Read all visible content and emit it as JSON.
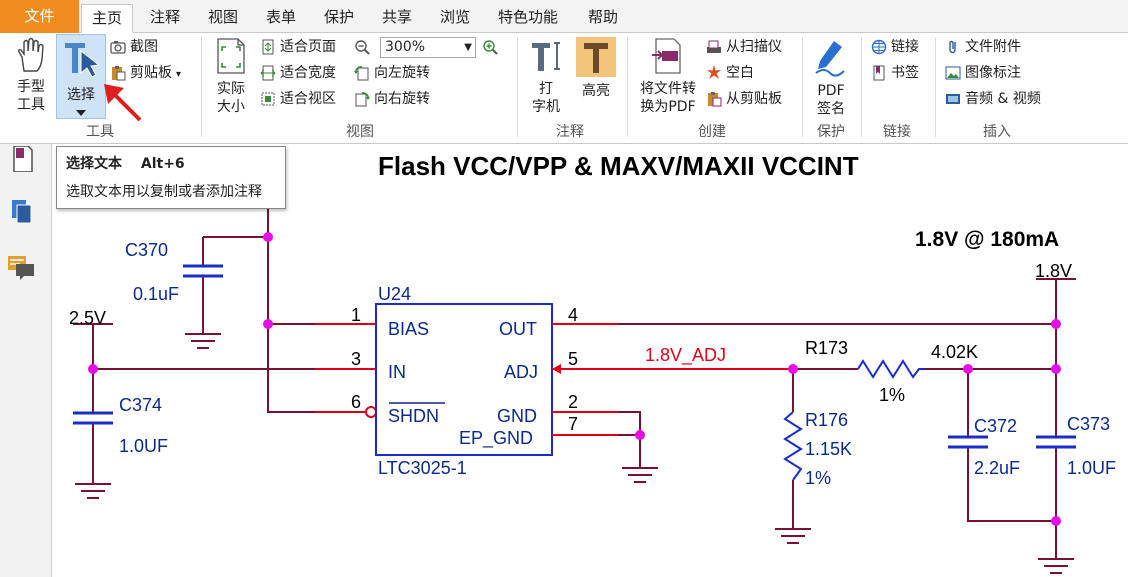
{
  "menu": {
    "tabs": [
      "文件",
      "主页",
      "注释",
      "视图",
      "表单",
      "保护",
      "共享",
      "浏览",
      "特色功能",
      "帮助"
    ],
    "active": "主页"
  },
  "ribbon": {
    "tools": {
      "hand_l1": "手型",
      "hand_l2": "工具",
      "select": "选择",
      "screenshot": "截图",
      "clipboard": "剪贴板",
      "group": "工具"
    },
    "view": {
      "actual_l1": "实际",
      "actual_l2": "大小",
      "fit_page": "适合页面",
      "fit_width": "适合宽度",
      "fit_view": "适合视区",
      "zoom": "300%",
      "rotate_left": "向左旋转",
      "rotate_right": "向右旋转",
      "group": "视图"
    },
    "comment": {
      "type_l1": "打",
      "type_l2": "字机",
      "highlight": "高亮",
      "group": "注释"
    },
    "create": {
      "convert_l1": "将文件转",
      "convert_l2": "换为PDF",
      "from_scanner": "从扫描仪",
      "blank": "空白",
      "from_clipboard": "从剪贴板",
      "group": "创建"
    },
    "protect": {
      "sign_l1": "PDF",
      "sign_l2": "签名",
      "group": "保护"
    },
    "links": {
      "link": "链接",
      "bookmark": "书签",
      "group": "链接"
    },
    "insert": {
      "attachment": "文件附件",
      "image_annot": "图像标注",
      "audio_video": "音频 & 视频",
      "group": "插入"
    }
  },
  "tooltip": {
    "title": "选择文本",
    "shortcut": "Alt+6",
    "desc": "选取文本用以复制或者添加注释"
  },
  "schematic": {
    "title": "Flash VCC/VPP & MAXV/MAXII VCCINT",
    "rating": "1.8V @ 180mA",
    "rail_left": "2.5V",
    "rail_right": "1.8V",
    "net_adj": "1.8V_ADJ",
    "ic_ref": "U24",
    "ic_part": "LTC3025-1",
    "pins": {
      "bias": "BIAS",
      "in": "IN",
      "shdn": "SHDN",
      "out": "OUT",
      "adj": "ADJ",
      "gnd": "GND",
      "ep_gnd": "EP_GND",
      "p1": "1",
      "p3": "3",
      "p6": "6",
      "p4": "4",
      "p5": "5",
      "p2": "2",
      "p7": "7"
    },
    "c370": "C370",
    "c370_val": "0.1uF",
    "c374": "C374",
    "c374_val": "1.0UF",
    "c372": "C372",
    "c372_val": "2.2uF",
    "c373": "C373",
    "c373_val": "1.0UF",
    "r173": "R173",
    "r173_val": "4.02K",
    "r173_tol": "1%",
    "r176": "R176",
    "r176_val": "1.15K",
    "r176_tol": "1%",
    "colors": {
      "wire": "#7a1036",
      "pin": "#e0001a",
      "node": "#e60ee6",
      "part": "#1a2ccc",
      "text": "#0c2a8a"
    }
  }
}
